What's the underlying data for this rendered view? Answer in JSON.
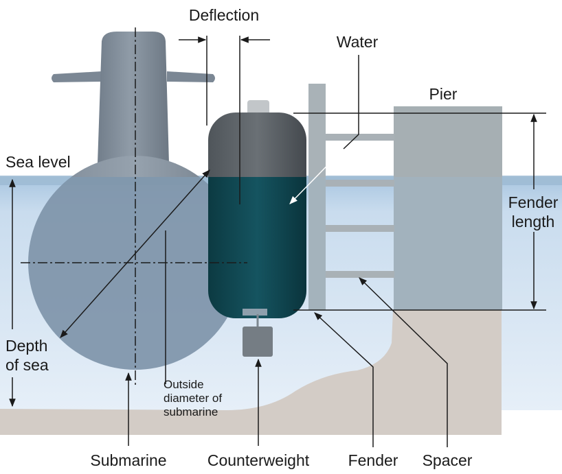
{
  "labels": {
    "deflection": "Deflection",
    "water": "Water",
    "pier": "Pier",
    "sea_level": "Sea level",
    "fender_length_1": "Fender",
    "fender_length_2": "length",
    "depth_of_sea_1": "Depth",
    "depth_of_sea_2": "of sea",
    "outside_diameter_1": "Outside",
    "outside_diameter_2": "diameter of",
    "outside_diameter_3": "submarine",
    "submarine": "Submarine",
    "counterweight": "Counterweight",
    "fender": "Fender",
    "spacer": "Spacer"
  },
  "colors": {
    "water_top": "#a9c6e0",
    "water_bottom": "#dde9f5",
    "seabed": "#d3ccc6",
    "hull": "#8e9aa6",
    "hull_dark": "#6f7a86",
    "fender_top": "#5b6166",
    "fender_submerged": "#0f4750",
    "pier": "#a6afb3",
    "line": "#1a1a1a"
  }
}
